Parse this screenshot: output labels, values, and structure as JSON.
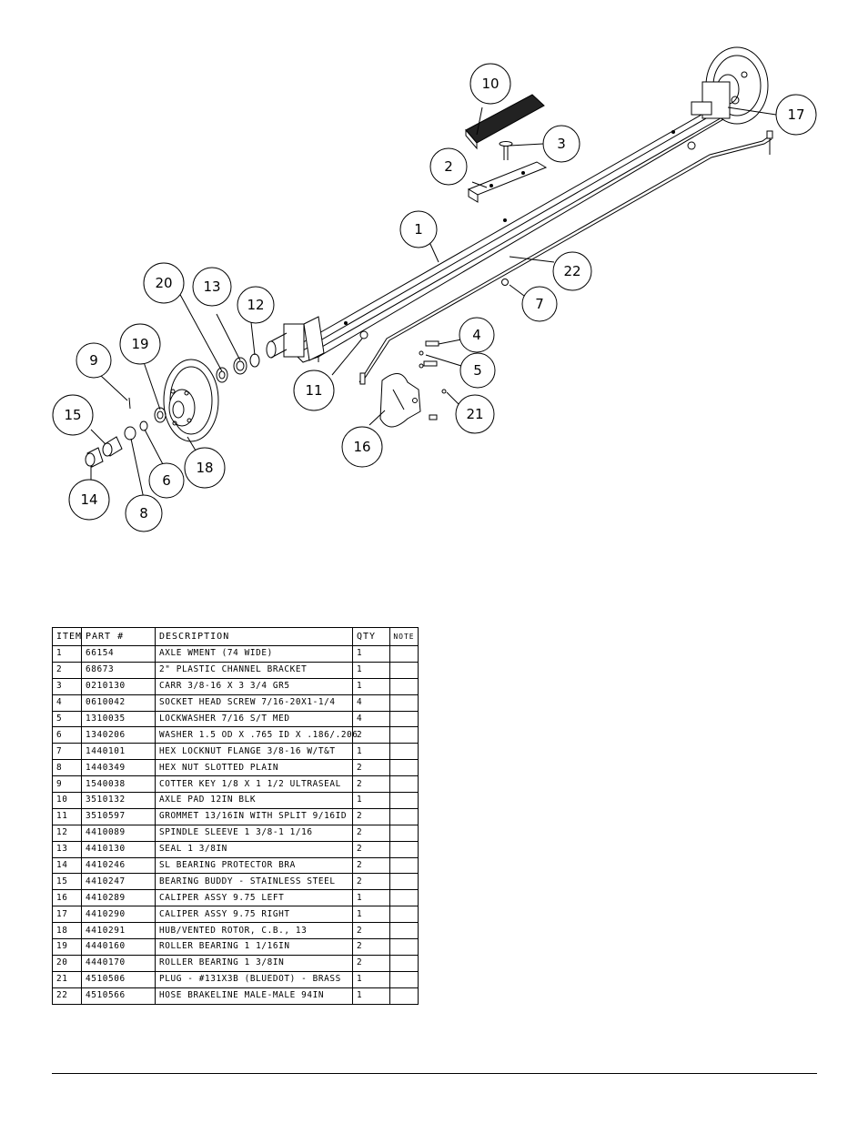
{
  "diagram": {
    "callouts": [
      "1",
      "2",
      "3",
      "4",
      "5",
      "6",
      "7",
      "8",
      "9",
      "10",
      "11",
      "12",
      "13",
      "14",
      "15",
      "16",
      "17",
      "18",
      "19",
      "20",
      "21",
      "22"
    ]
  },
  "table": {
    "headers": [
      "ITEM",
      "PART #",
      "DESCRIPTION",
      "QTY",
      "NOTE"
    ],
    "rows": [
      [
        "1",
        "66154",
        "AXLE WMENT (74 WIDE)",
        "1",
        ""
      ],
      [
        "2",
        "68673",
        "2\" PLASTIC CHANNEL BRACKET",
        "1",
        ""
      ],
      [
        "3",
        "0210130",
        "CARR 3/8-16 X 3 3/4 GR5",
        "1",
        ""
      ],
      [
        "4",
        "0610042",
        "SOCKET HEAD SCREW 7/16-20X1-1/4",
        "4",
        ""
      ],
      [
        "5",
        "1310035",
        "LOCKWASHER 7/16 S/T MED",
        "4",
        ""
      ],
      [
        "6",
        "1340206",
        "WASHER 1.5 OD X .765 ID X .186/.206",
        "2",
        ""
      ],
      [
        "7",
        "1440101",
        "HEX LOCKNUT FLANGE 3/8-16 W/T&T",
        "1",
        ""
      ],
      [
        "8",
        "1440349",
        "HEX NUT SLOTTED PLAIN",
        "2",
        ""
      ],
      [
        "9",
        "1540038",
        "COTTER KEY 1/8 X 1 1/2 ULTRASEAL",
        "2",
        ""
      ],
      [
        "10",
        "3510132",
        "AXLE PAD 12IN  BLK",
        "1",
        ""
      ],
      [
        "11",
        "3510597",
        "GROMMET 13/16IN  WITH SPLIT 9/16ID",
        "2",
        ""
      ],
      [
        "12",
        "4410089",
        "SPINDLE SLEEVE  1 3/8-1 1/16",
        "2",
        ""
      ],
      [
        "13",
        "4410130",
        "SEAL  1 3/8IN",
        "2",
        ""
      ],
      [
        "14",
        "4410246",
        "SL BEARING PROTECTOR BRA",
        "2",
        ""
      ],
      [
        "15",
        "4410247",
        "BEARING BUDDY - STAINLESS STEEL",
        "2",
        ""
      ],
      [
        "16",
        "4410289",
        "CALIPER ASSY 9.75 LEFT",
        "1",
        ""
      ],
      [
        "17",
        "4410290",
        "CALIPER ASSY 9.75 RIGHT",
        "1",
        ""
      ],
      [
        "18",
        "4410291",
        "HUB/VENTED ROTOR, C.B.,  13",
        "2",
        ""
      ],
      [
        "19",
        "4440160",
        "ROLLER BEARING   1 1/16IN",
        "2",
        ""
      ],
      [
        "20",
        "4440170",
        "ROLLER BEARING   1 3/8IN",
        "2",
        ""
      ],
      [
        "21",
        "4510506",
        "PLUG - #131X3B (BLUEDOT) - BRASS",
        "1",
        ""
      ],
      [
        "22",
        "4510566",
        "HOSE BRAKELINE MALE-MALE 94IN",
        "1",
        ""
      ]
    ]
  }
}
